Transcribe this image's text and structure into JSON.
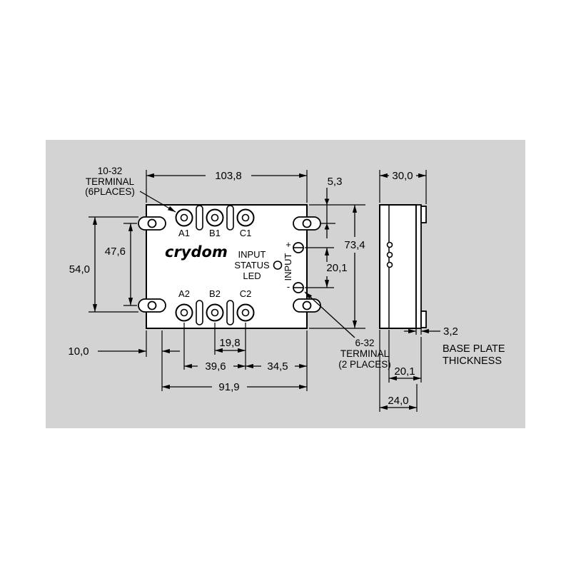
{
  "colors": {
    "panel": "#d3d3d3",
    "ink": "#000000",
    "paper": "#ffffff"
  },
  "logo": "crydom",
  "front": {
    "top_terminals": [
      "A1",
      "B1",
      "C1"
    ],
    "bottom_terminals": [
      "A2",
      "B2",
      "C2"
    ],
    "led": {
      "line1": "INPUT",
      "line2": "STATUS",
      "line3": "LED"
    },
    "input": {
      "plus": "+",
      "minus": "-",
      "label": "INPUT"
    }
  },
  "callouts": {
    "screw10": {
      "l1": "10-32",
      "l2": "TERMINAL",
      "l3": "(6PLACES)"
    },
    "screw6": {
      "l1": "6-32",
      "l2": "TERMINAL",
      "l3": "(2 PLACES)"
    },
    "baseplate": {
      "l1": "BASE PLATE",
      "l2": "THICKNESS"
    }
  },
  "dims": {
    "overall_width": "103,8",
    "side_depth": "30,0",
    "hole_top_offset": "5,3",
    "body_height": "73,4",
    "input_pitch": "20,1",
    "hole_pitch_v": "47,6",
    "slot_span_v": "54,0",
    "edge_to_hole": "10,0",
    "terminal_pitch": "19,8",
    "terminal_span": "39,6",
    "terminal_to_edge": "34,5",
    "hole_pitch_h": "91,9",
    "plate_thickness": "3,2",
    "depth_minor": "20,1",
    "depth_major": "24,0"
  }
}
